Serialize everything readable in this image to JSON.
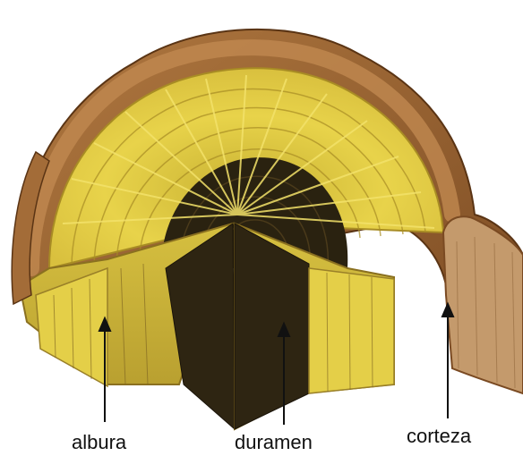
{
  "labels": {
    "sapwood": "albura",
    "heartwood": "duramen",
    "bark": "corteza"
  },
  "colors": {
    "sapwood": "#e8d34a",
    "sapwood_light": "#f5e67c",
    "heartwood": "#2a2210",
    "bark": "#8b5a2b",
    "bark_outer": "#b07840",
    "bark_cut": "#c49a6c",
    "ray": "#f3e26a",
    "arrow": "#111111"
  }
}
